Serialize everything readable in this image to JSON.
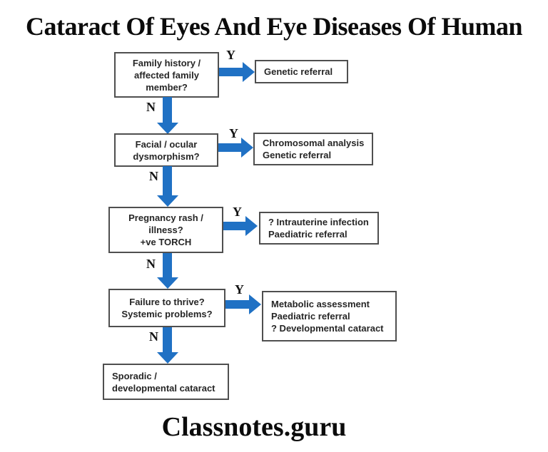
{
  "title": "Cataract Of Eyes And Eye Diseases Of Human",
  "footer": "Classnotes.guru",
  "branch_labels": {
    "yes": "Y",
    "no": "N"
  },
  "colors": {
    "arrow_blue": "#2071c4",
    "box_border": "#4f4f4f",
    "text": "#262626"
  },
  "flow": {
    "rows": [
      {
        "decision": {
          "lines": [
            "Family history /",
            "affected family",
            "member?"
          ]
        },
        "outcome": {
          "lines": [
            "Genetic referral"
          ]
        }
      },
      {
        "decision": {
          "lines": [
            "Facial / ocular",
            "dysmorphism?"
          ]
        },
        "outcome": {
          "lines": [
            "Chromosomal analysis",
            "Genetic referral"
          ]
        }
      },
      {
        "decision": {
          "lines": [
            "Pregnancy rash /",
            "illness?",
            "+ve TORCH"
          ]
        },
        "outcome": {
          "lines": [
            "? Intrauterine infection",
            "Paediatric referral"
          ]
        }
      },
      {
        "decision": {
          "lines": [
            "Failure to thrive?",
            "Systemic problems?"
          ]
        },
        "outcome": {
          "lines": [
            "Metabolic assessment",
            "Paediatric referral",
            "? Developmental cataract"
          ]
        }
      }
    ],
    "terminal": {
      "lines": [
        "Sporadic /",
        "developmental cataract"
      ]
    }
  }
}
